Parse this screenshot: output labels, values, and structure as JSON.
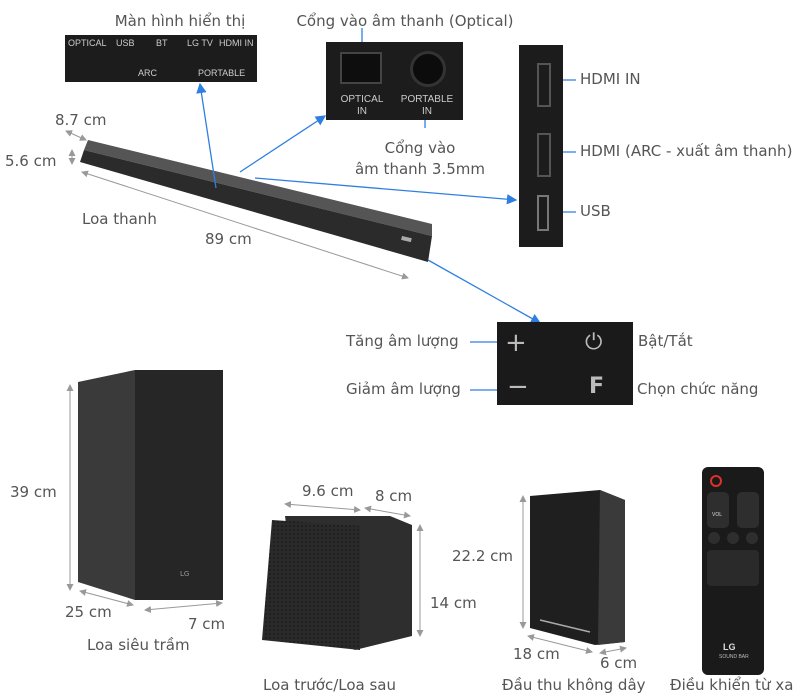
{
  "soundbar": {
    "label": "Loa thanh",
    "depth": "8.7 cm",
    "height": "5.6 cm",
    "width": "89 cm"
  },
  "display": {
    "title": "Màn hình hiển thị",
    "indicators": [
      "OPTICAL",
      "USB",
      "BT",
      "LG TV",
      "HDMI IN",
      "ARC",
      "PORTABLE"
    ]
  },
  "optical": {
    "title": "Cổng vào âm thanh (Optical)",
    "port1": [
      "OPTICAL",
      "IN"
    ],
    "port2": [
      "PORTABLE",
      "IN"
    ],
    "jack_label": [
      "Cổng vào",
      "âm thanh 3.5mm"
    ]
  },
  "rear_ports": {
    "hdmi_in": "HDMI IN",
    "hdmi_arc": "HDMI (ARC - xuất âm thanh)",
    "usb": "USB"
  },
  "controls": {
    "vol_up": "Tăng âm lượng",
    "vol_down": "Giảm âm lượng",
    "power": "Bật/Tắt",
    "function": "Chọn chức năng"
  },
  "subwoofer": {
    "label": "Loa siêu trầm",
    "height": "39 cm",
    "depth": "25 cm",
    "width": "7 cm"
  },
  "rear_speaker": {
    "label": "Loa trước/Loa sau",
    "width": "9.6 cm",
    "depth": "8 cm",
    "height": "14 cm"
  },
  "receiver": {
    "label": "Đầu thu không dây",
    "height": "22.2 cm",
    "depth": "18 cm",
    "width": "6 cm"
  },
  "remote": {
    "label": "Điều khiển từ xa",
    "brand": "LG",
    "sub": "SOUND BAR",
    "vol": "VOL"
  },
  "colors": {
    "arrow": "#2f7fe0",
    "dim": "#999999",
    "device": "#1c1c1c",
    "power": "#e0302a"
  }
}
